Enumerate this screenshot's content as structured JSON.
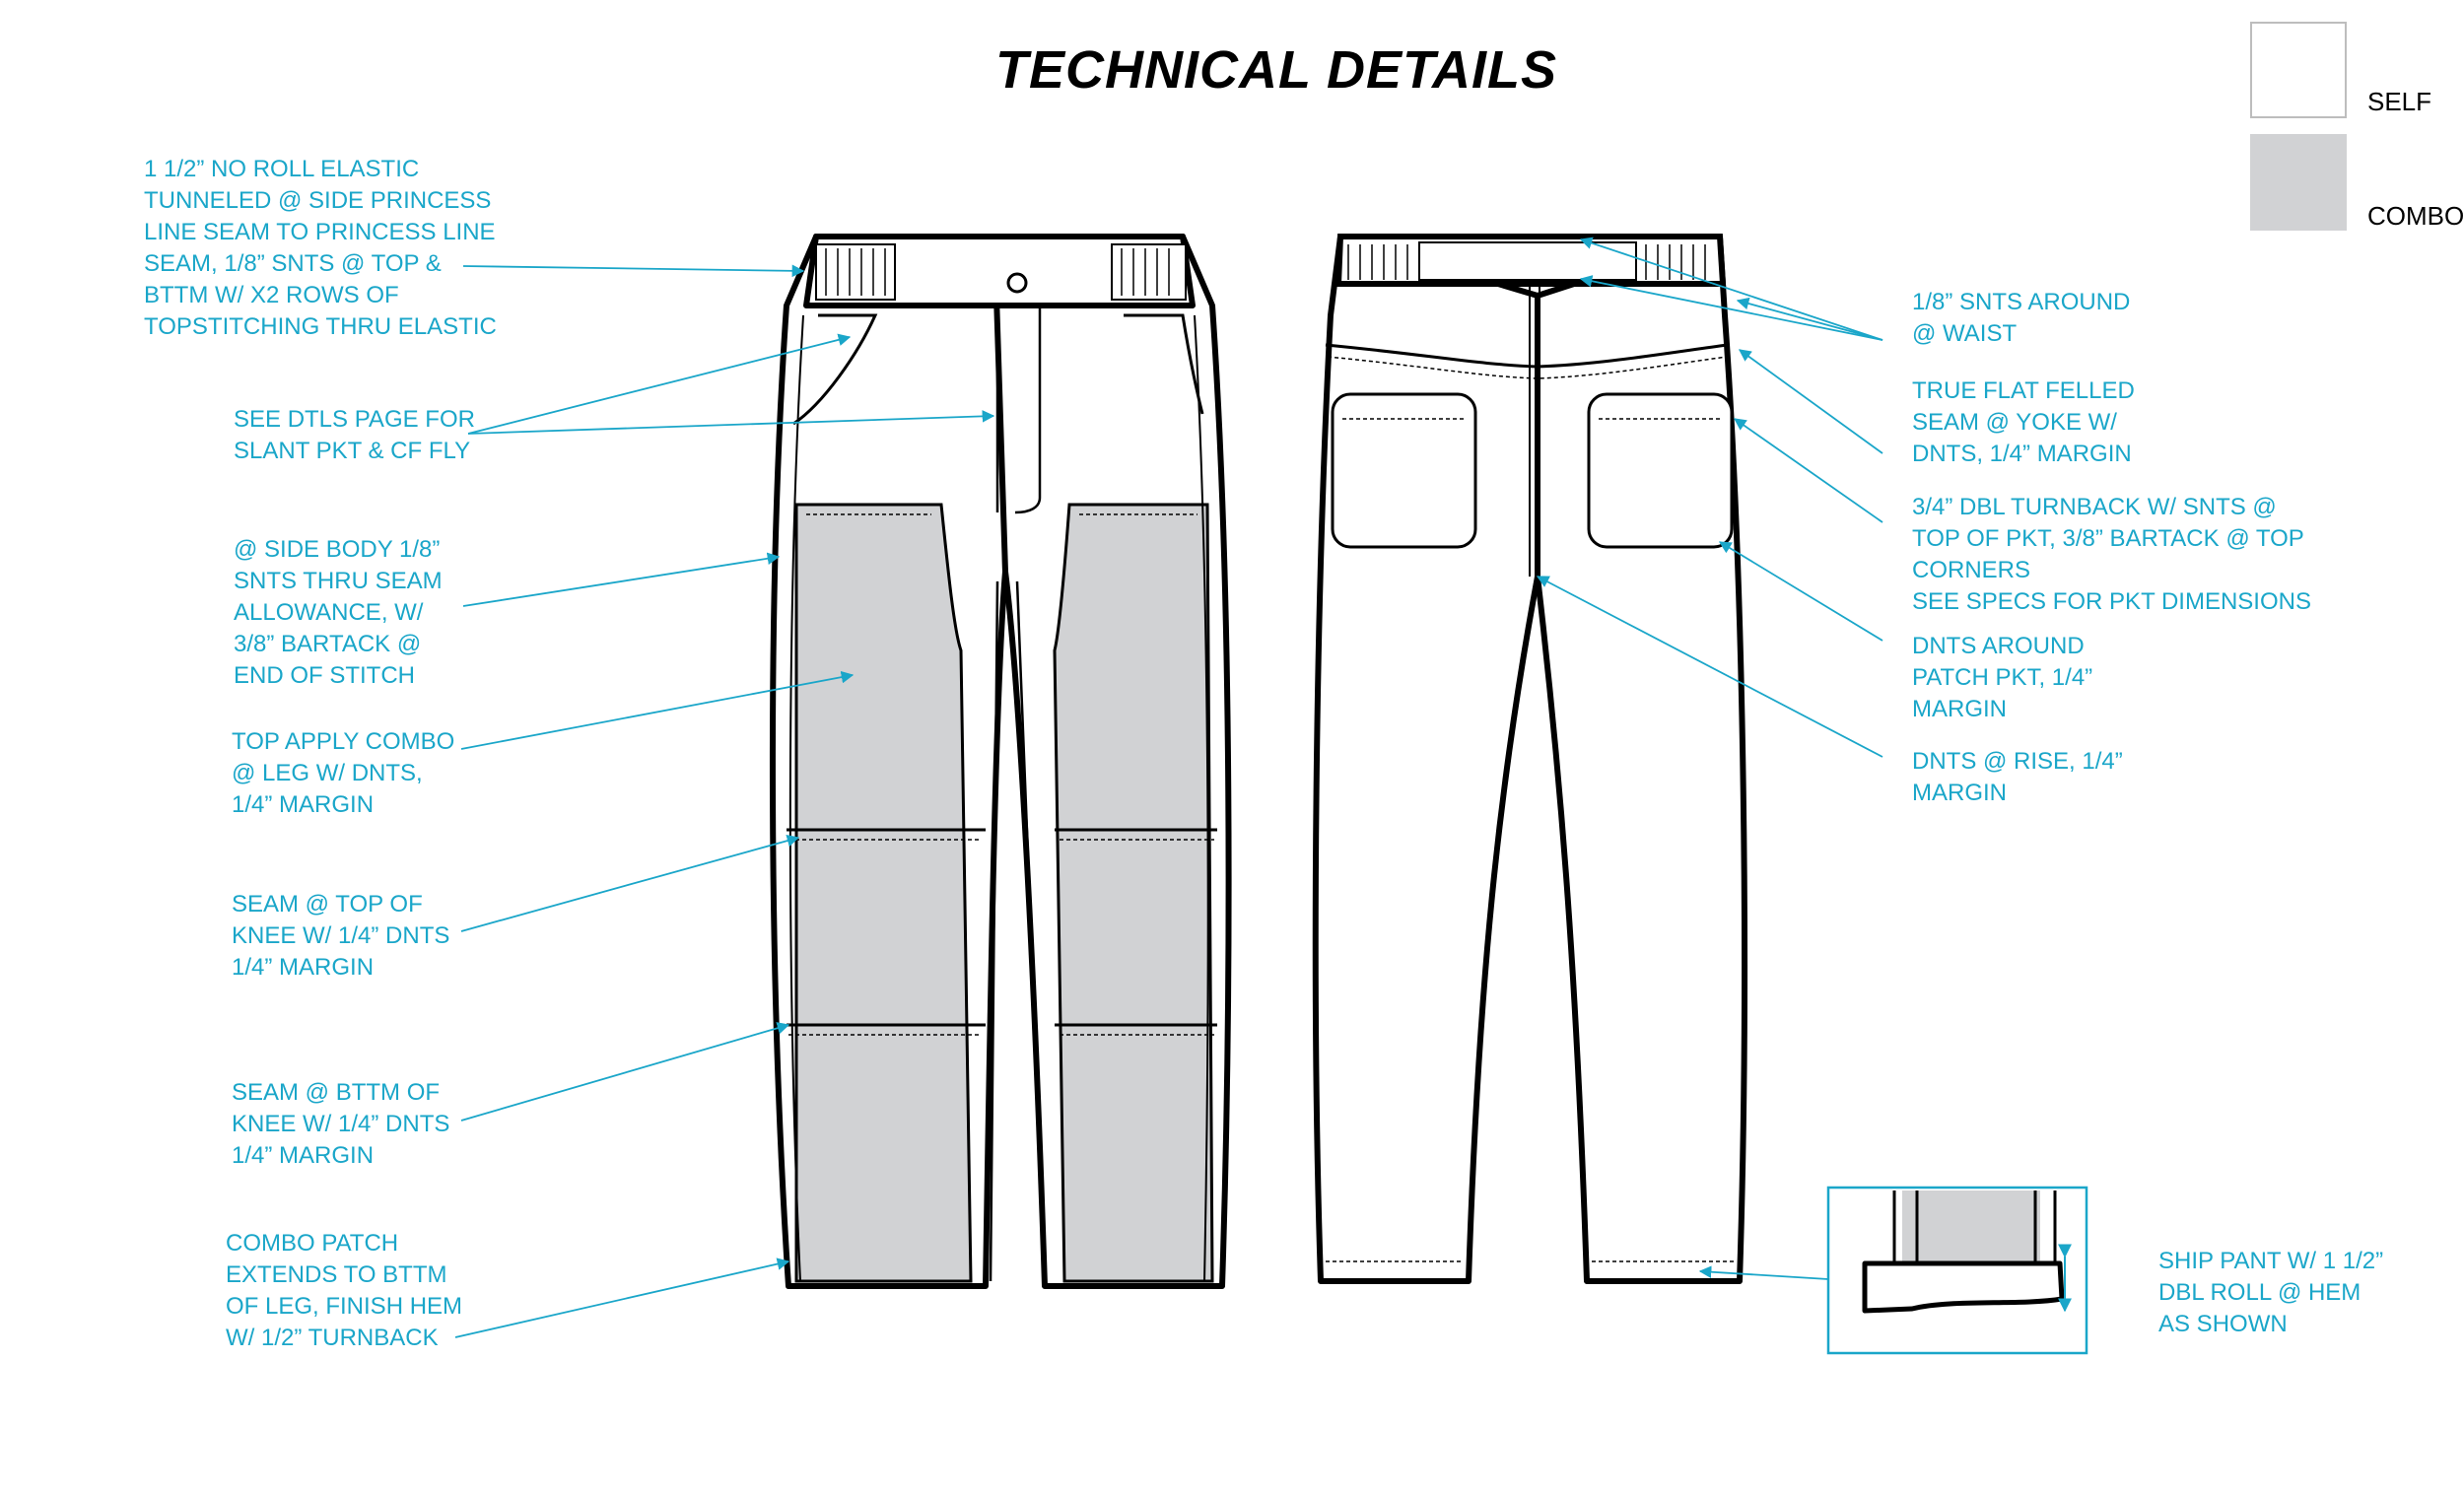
{
  "title": "TECHNICAL DETAILS",
  "legend": {
    "self_label": "SELF",
    "combo_label": "COMBO",
    "self_color": "#ffffff",
    "combo_color": "#d1d2d4"
  },
  "colors": {
    "callout": "#1aa6c9",
    "outline": "#000000",
    "combo_fill": "#d1d2d4"
  },
  "left_notes": [
    "1 1/2” NO ROLL ELASTIC\nTUNNELED @ SIDE PRINCESS\nLINE SEAM TO PRINCESS LINE\nSEAM, 1/8” SNTS @ TOP &\nBTTM W/ X2 ROWS OF\nTOPSTITCHING THRU ELASTIC",
    "SEE DTLS PAGE FOR\nSLANT PKT & CF FLY",
    "@ SIDE BODY 1/8”\nSNTS THRU SEAM\nALLOWANCE, W/\n3/8” BARTACK @\nEND OF STITCH",
    "TOP APPLY COMBO\n@ LEG W/ DNTS,\n1/4” MARGIN",
    "SEAM @ TOP OF\nKNEE W/ 1/4” DNTS\n1/4” MARGIN",
    "SEAM @ BTTM OF\nKNEE W/ 1/4” DNTS\n1/4” MARGIN",
    "COMBO PATCH\nEXTENDS TO BTTM\nOF LEG, FINISH HEM\nW/ 1/2” TURNBACK"
  ],
  "right_notes": [
    "1/8” SNTS AROUND\n@ WAIST",
    "TRUE FLAT FELLED\nSEAM @ YOKE W/\nDNTS, 1/4” MARGIN",
    "3/4” DBL TURNBACK W/ SNTS @\nTOP OF PKT, 3/8” BARTACK @ TOP\nCORNERS\nSEE SPECS FOR PKT DIMENSIONS",
    "DNTS AROUND\nPATCH PKT, 1/4”\nMARGIN",
    "DNTS @ RISE, 1/4”\nMARGIN"
  ],
  "hem_note": "SHIP PANT W/ 1 1/2”\nDBL ROLL @ HEM\nAS SHOWN"
}
